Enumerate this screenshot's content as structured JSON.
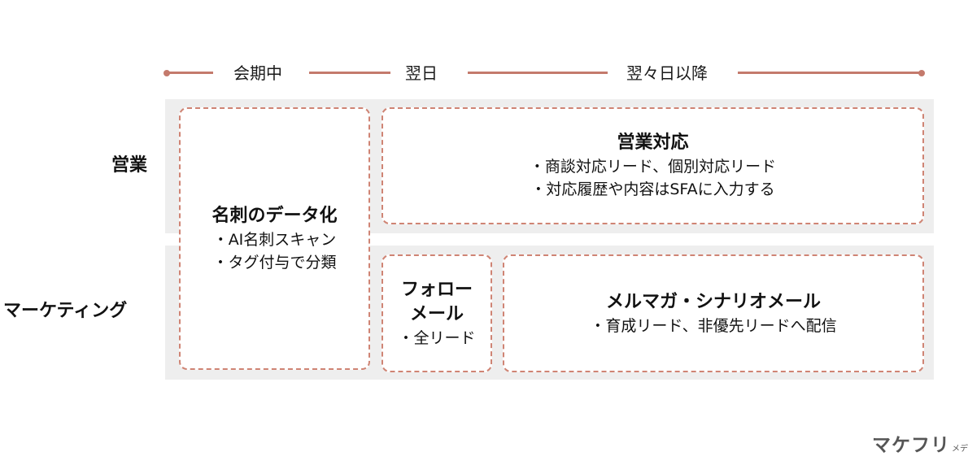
{
  "timeline": {
    "labels": [
      "会期中",
      "翌日",
      "翌々日以降"
    ]
  },
  "rows": {
    "sales": "営業",
    "marketing": "マーケティング"
  },
  "boxes": {
    "card_digitization": {
      "title": "名刺のデータ化",
      "items": [
        "・AI名刺スキャン",
        "・タグ付与で分類"
      ]
    },
    "sales_response": {
      "title": "営業対応",
      "items": [
        "・商談対応リード、個別対応リード",
        "・対応履歴や内容はSFAに入力する"
      ]
    },
    "follow_mail": {
      "title_lines": [
        "フォロー",
        "メール"
      ],
      "items": [
        "・全リード"
      ]
    },
    "newsletter": {
      "title": "メルマガ・シナリオメール",
      "items": [
        "・育成リード、非優先リードへ配信"
      ]
    }
  },
  "logo": {
    "main": "マケフリ",
    "sub": "メディア"
  },
  "colors": {
    "accent": "#c47a6c",
    "dash": "#cf8474",
    "band": "#eeeeee"
  }
}
